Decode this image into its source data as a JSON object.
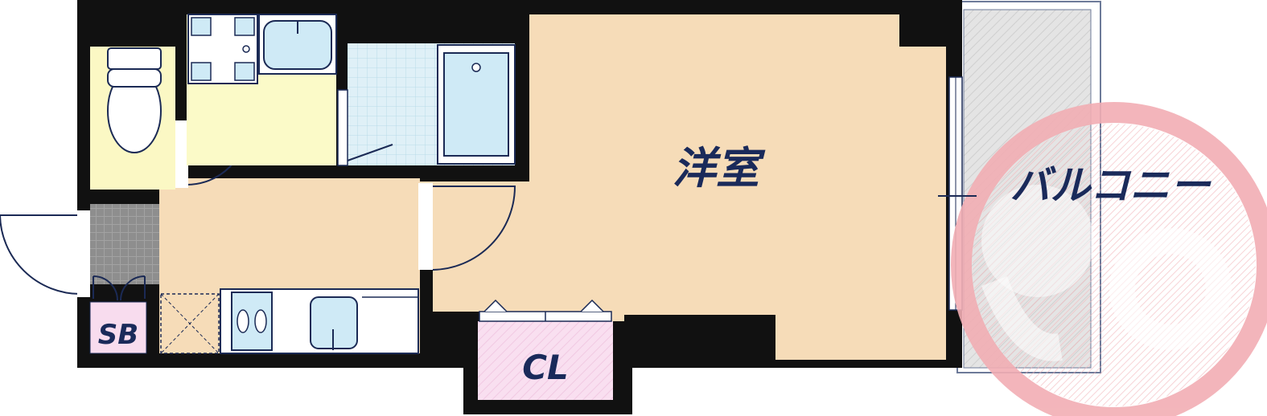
{
  "rooms": {
    "western_room": "洋室",
    "balcony": "バルコニー",
    "closet": "CL",
    "shoe_box": "SB"
  },
  "colors": {
    "wall": "#111111",
    "room_floor": "#f6dcb8",
    "toilet_floor": "#fbf8c4",
    "washroom_floor": "#fbfac8",
    "bath_floor": "#d9eef6",
    "closet_floor": "#f8dcee",
    "balcony_floor": "#e6e6e6",
    "fixture_blue": "#cfeaf6",
    "entrance_tile": "#9a9a9a",
    "watermark": "#f2b4b8"
  },
  "icons": [
    "toilet-icon",
    "washbasin-icon",
    "washing-machine-icon",
    "bathtub-icon",
    "sink-icon",
    "stove-icon",
    "refrigerator-space-icon",
    "watermark-logo"
  ]
}
